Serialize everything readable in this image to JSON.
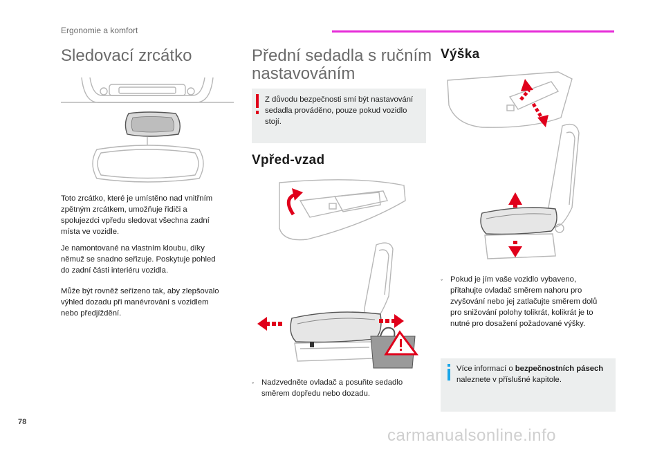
{
  "header": {
    "section": "Ergonomie a komfort",
    "accent_color": "#e62ad8"
  },
  "page_number": "78",
  "watermark": "carmanualsonline.info",
  "left": {
    "title": "Sledovací zrcátko",
    "paragraphs": [
      [
        "Toto zrcátko, které je umístěno nad vnitřním",
        "zpětným zrcátkem, umožňuje řidiči a",
        "spolujezdci vpředu sledovat všechna zadní",
        "místa ve vozidle."
      ],
      [
        "Je namontované na vlastním kloubu, díky",
        "němuž se snadno seřizuje. Poskytuje pohled",
        "do zadní části interiéru vozidla."
      ],
      [
        "Může být rovněž seřízeno tak, aby zlepšovalo",
        "výhled dozadu při manévrování s vozidlem",
        "nebo předjíždění."
      ]
    ]
  },
  "middle": {
    "title_lines": [
      "Přední sedadla s ručním",
      "nastavováním"
    ],
    "warning": {
      "icon": "exclamation-icon",
      "color": "#e0001b",
      "lines": [
        "Z důvodu bezpečnosti smí být nastavování",
        "sedadla prováděno, pouze pokud vozidlo",
        "stojí."
      ]
    },
    "subtitle": "Vpřed-vzad",
    "bullet_lines": [
      "Nadzvedněte ovladač a posuňte sedadlo",
      "směrem dopředu nebo dozadu."
    ]
  },
  "right": {
    "subtitle": "Výška",
    "bullet_lines": [
      "Pokud je jím vaše vozidlo vybaveno,",
      "přitahujte ovladač směrem nahoru pro",
      "zvyšování nebo jej zatlačujte směrem dolů",
      "pro snižování polohy tolikrát, kolikrát je to",
      "nutné pro dosažení požadované výšky."
    ],
    "info": {
      "icon": "info-icon",
      "color": "#1aa6e8",
      "line1_prefix": "Více informací o ",
      "line1_bold": "bezpečnostních pásech",
      "line2": "naleznete v příslušné kapitole."
    }
  },
  "colors": {
    "arrow_red": "#e0001b"
  }
}
